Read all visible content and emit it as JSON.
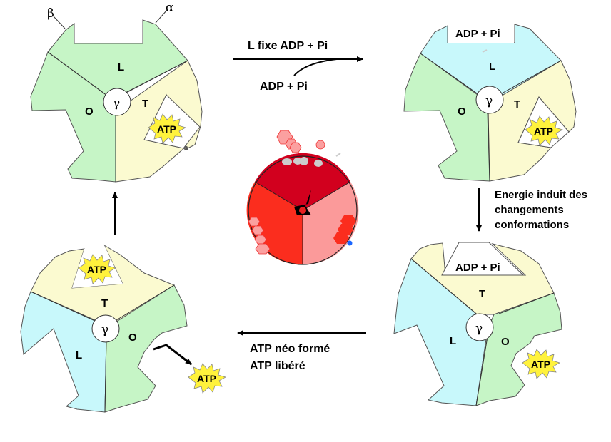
{
  "colors": {
    "loose": "#c6f5c6",
    "open": "#c6f5c6",
    "tight": "#fbfad0",
    "cyan": "#c8f8fb",
    "burst": "#fff23c",
    "wheel_top": "#d2001e",
    "wheel_left": "#fb2d1e",
    "wheel_right": "#fb9a9a"
  },
  "subunit_labels": {
    "beta": "β",
    "alpha": "α",
    "gamma": "γ"
  },
  "states": {
    "top_left": {
      "L": "L",
      "O": "O",
      "T": "T",
      "atp": "ATP"
    },
    "top_right": {
      "L": "L",
      "O": "O",
      "T": "T",
      "site": "ADP + Pi",
      "atp": "ATP"
    },
    "bottom_right": {
      "L": "L",
      "O": "O",
      "T": "T",
      "site": "ADP + Pi",
      "atp": "ATP"
    },
    "bottom_left": {
      "L": "L",
      "O": "O",
      "T": "T",
      "atp_bound": "ATP",
      "atp_released": "ATP"
    }
  },
  "arrows": {
    "top": {
      "label": "L fixe ADP + Pi",
      "sub": "ADP + Pi"
    },
    "right": {
      "lines": [
        "Energie induit des",
        "changements",
        "conformations"
      ]
    },
    "bottom": {
      "lines": [
        "ATP néo formé",
        "ATP libéré"
      ]
    }
  }
}
